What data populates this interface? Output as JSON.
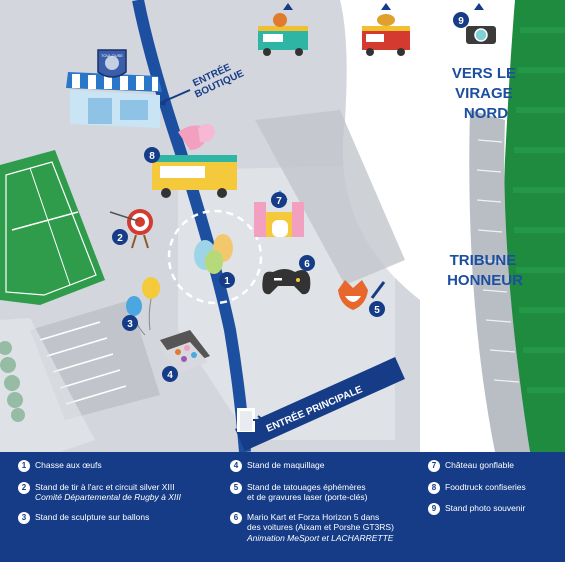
{
  "map": {
    "labels": {
      "entree_boutique": "ENTRÉE\nBOUTIQUE",
      "vers_le_virage_nord": "VERS LE\nVIRAGE\nNORD",
      "tribune_honneur": "TRIBUNE\nHONNEUR",
      "entree_principale": "ENTRÉE PRINCIPALE",
      "shop_sign": "TOULOUSE"
    },
    "markers": [
      "1",
      "2",
      "3",
      "4",
      "5",
      "6",
      "7",
      "8",
      "9"
    ]
  },
  "legend": {
    "items": [
      {
        "num": "1",
        "text": "Chasse aux œufs",
        "sub": ""
      },
      {
        "num": "2",
        "text": "Stand de tir à l'arc et circuit silver XIII",
        "sub": "Comité Départemental de Rugby à XIII"
      },
      {
        "num": "3",
        "text": "Stand de sculpture sur ballons",
        "sub": ""
      },
      {
        "num": "4",
        "text": "Stand de maquillage",
        "sub": ""
      },
      {
        "num": "5",
        "text": "Stand de tatouages éphémères\net de gravures laser (porte-clés)",
        "sub": ""
      },
      {
        "num": "6",
        "text": "Mario Kart et Forza Horizon 5 dans\ndes voitures (Aixam et Porshe GT3RS)",
        "sub": "Animation MeSport et LACHARRETTE"
      },
      {
        "num": "7",
        "text": "Château gonflable",
        "sub": ""
      },
      {
        "num": "8",
        "text": "Foodtruck confiseries",
        "sub": ""
      },
      {
        "num": "9",
        "text": "Stand photo souvenir",
        "sub": ""
      }
    ]
  },
  "colors": {
    "road": "#1c4fa0",
    "navy": "#163c88",
    "ground": "#d3d6dc",
    "lawn": "#2e9c4b",
    "stadium_grass": "#1f8b3e"
  }
}
